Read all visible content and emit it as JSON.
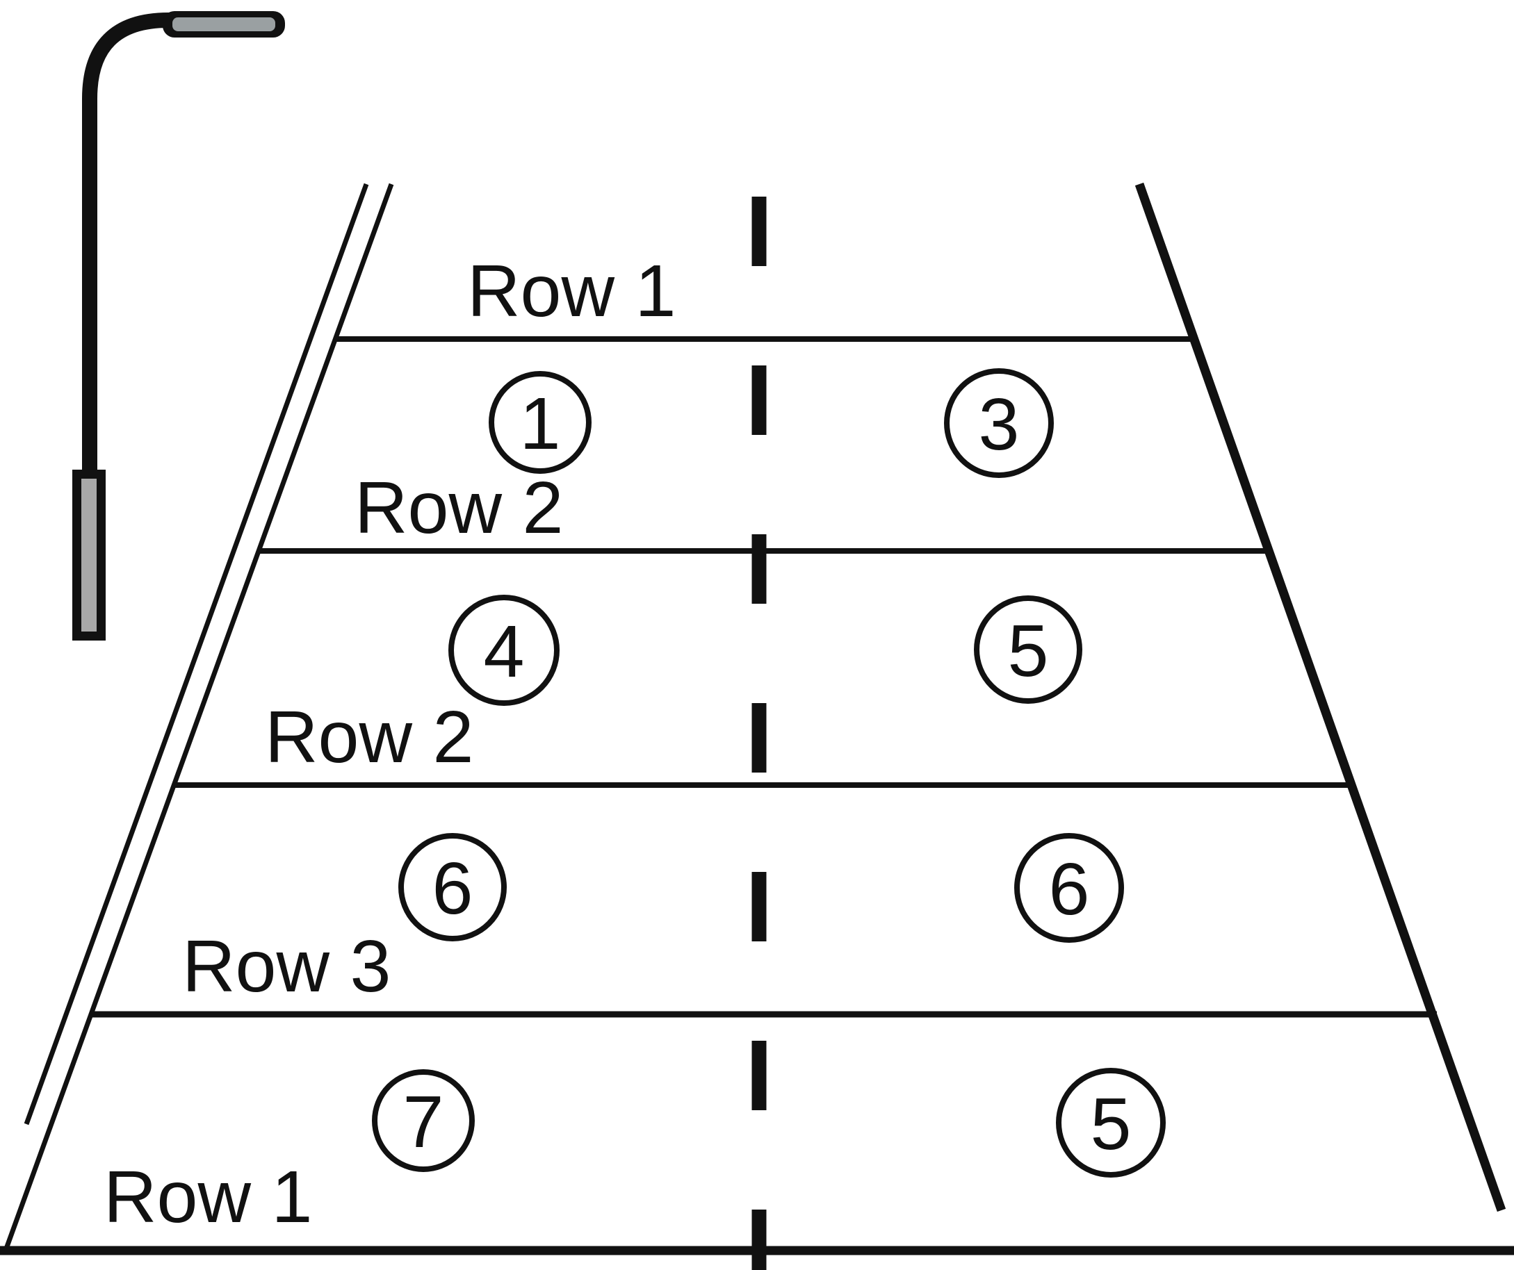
{
  "diagram": {
    "description": "Perspective line drawing of a road receding to the top, with a street lamp at the left, a dashed centre line, four transverse divider lines creating bands, row labels and circled number markers in each band",
    "row_labels": [
      {
        "label": "Row 1",
        "band": "top"
      },
      {
        "label": "Row 2",
        "band": "upper"
      },
      {
        "label": "Row 2",
        "band": "middle"
      },
      {
        "label": "Row 3",
        "band": "lower"
      },
      {
        "label": "Row 1",
        "band": "bottom"
      }
    ],
    "markers": [
      {
        "number": "1",
        "band": 1,
        "side": "left"
      },
      {
        "number": "3",
        "band": 1,
        "side": "right"
      },
      {
        "number": "4",
        "band": 2,
        "side": "left"
      },
      {
        "number": "5",
        "band": 2,
        "side": "right"
      },
      {
        "number": "6",
        "band": 3,
        "side": "left"
      },
      {
        "number": "6",
        "band": 3,
        "side": "right"
      },
      {
        "number": "7",
        "band": 4,
        "side": "left"
      },
      {
        "number": "5",
        "band": 4,
        "side": "right"
      }
    ],
    "colors": {
      "line": "#111111",
      "lamp_head_fill": "#9aa0a2",
      "lamp_base_fill": "#a9a9a9",
      "background": "#ffffff"
    }
  }
}
